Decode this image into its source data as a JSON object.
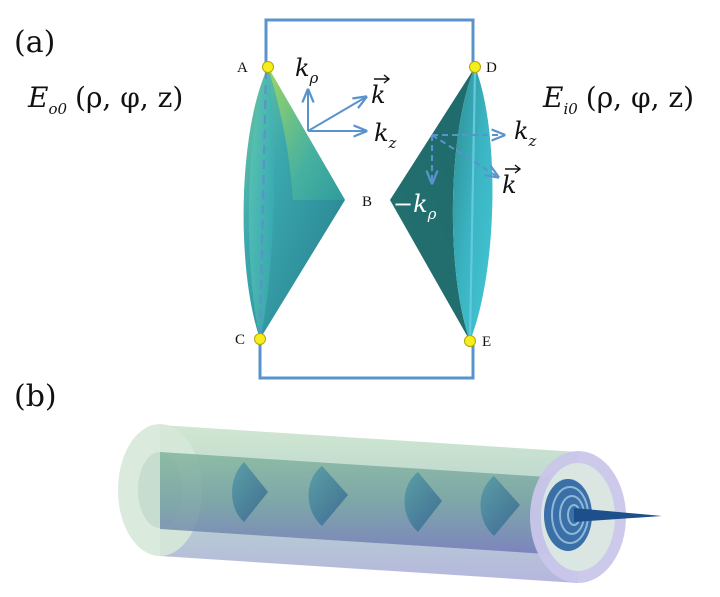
{
  "figure": {
    "panel_a": {
      "label": "(a)",
      "points": {
        "A": "A",
        "B": "B",
        "C": "C",
        "D": "D",
        "E": "E"
      },
      "field_left": {
        "main": "E",
        "sub": "o0",
        "args": "(ρ, φ, z)"
      },
      "field_right": {
        "main": "E",
        "sub": "i0",
        "args": "(ρ, φ, z)"
      },
      "vectors_left": {
        "k_rho": "k",
        "k_rho_sub": "ρ",
        "k_vec": "k",
        "k_z": "k",
        "k_z_sub": "z"
      },
      "vectors_right": {
        "k_z": "k",
        "k_z_sub": "z",
        "k_vec": "k",
        "minus_k_rho": "−k",
        "minus_k_rho_sub": "ρ"
      }
    },
    "panel_b": {
      "label": "(b)"
    },
    "colors": {
      "frame": "#5a93cc",
      "arrow": "#5a93cc",
      "cone_left": "#3aa9b0",
      "cone_right": "#2f8f8f",
      "point": "#f3ee1c",
      "tube_outer": "#b7d6c0",
      "tube_inner": "#7fa8a0"
    }
  }
}
